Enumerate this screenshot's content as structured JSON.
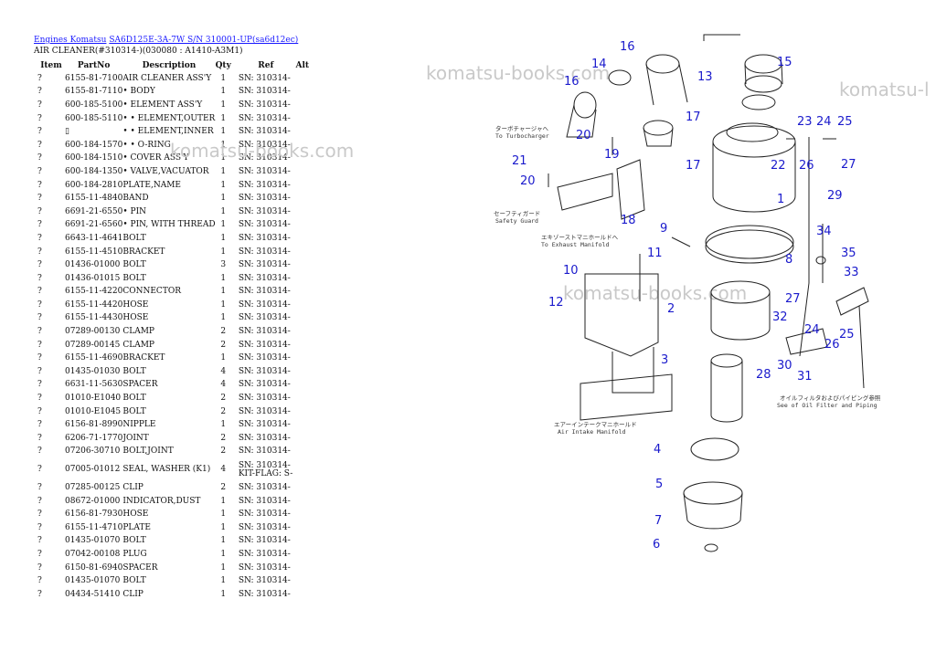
{
  "breadcrumb": {
    "link1": "Engines Komatsu",
    "link2": "SA6D125E-3A-7W S/N 310001-UP(sa6d12ec)"
  },
  "subtitle": "AIR CLEANER(#310314-)(030080 : A1410-A3M1)",
  "columns": [
    "Item",
    "PartNo",
    "Description",
    "Qty",
    "Ref",
    "Alt"
  ],
  "rows": [
    {
      "item": "?",
      "pn": "6155-81-7100",
      "desc": "AIR CLEANER ASS'Y",
      "qty": "1",
      "ref": "SN: 310314-"
    },
    {
      "item": "?",
      "pn": "6155-81-7110",
      "desc": "• BODY",
      "qty": "1",
      "ref": "SN: 310314-"
    },
    {
      "item": "?",
      "pn": "600-185-5100",
      "desc": "• ELEMENT ASS'Y",
      "qty": "1",
      "ref": "SN: 310314-"
    },
    {
      "item": "?",
      "pn": "600-185-5110",
      "desc": "• • ELEMENT,OUTER",
      "qty": "1",
      "ref": "SN: 310314-"
    },
    {
      "item": "?",
      "pn": "▯",
      "desc": "• • ELEMENT,INNER",
      "qty": "1",
      "ref": "SN: 310314-"
    },
    {
      "item": "?",
      "pn": "600-184-1570",
      "desc": "• • O-RING",
      "qty": "1",
      "ref": "SN: 310314-"
    },
    {
      "item": "?",
      "pn": "600-184-1510",
      "desc": "• COVER ASS'Y",
      "qty": "1",
      "ref": "SN: 310314-"
    },
    {
      "item": "?",
      "pn": "600-184-1350",
      "desc": "• VALVE,VACUATOR",
      "qty": "1",
      "ref": "SN: 310314-"
    },
    {
      "item": "?",
      "pn": "600-184-2810",
      "desc": "PLATE,NAME",
      "qty": "1",
      "ref": "SN: 310314-"
    },
    {
      "item": "?",
      "pn": "6155-11-4840",
      "desc": "BAND",
      "qty": "1",
      "ref": "SN: 310314-"
    },
    {
      "item": "?",
      "pn": "6691-21-6550",
      "desc": "• PIN",
      "qty": "1",
      "ref": "SN: 310314-"
    },
    {
      "item": "?",
      "pn": "6691-21-6560",
      "desc": "• PIN, WITH THREAD",
      "qty": "1",
      "ref": "SN: 310314-"
    },
    {
      "item": "?",
      "pn": "6643-11-4641",
      "desc": "BOLT",
      "qty": "1",
      "ref": "SN: 310314-"
    },
    {
      "item": "?",
      "pn": "6155-11-4510",
      "desc": "BRACKET",
      "qty": "1",
      "ref": "SN: 310314-"
    },
    {
      "item": "?",
      "pn": "01436-01000",
      "desc": "BOLT",
      "qty": "3",
      "ref": "SN: 310314-"
    },
    {
      "item": "?",
      "pn": "01436-01015",
      "desc": "BOLT",
      "qty": "1",
      "ref": "SN: 310314-"
    },
    {
      "item": "?",
      "pn": "6155-11-4220",
      "desc": "CONNECTOR",
      "qty": "1",
      "ref": "SN: 310314-"
    },
    {
      "item": "?",
      "pn": "6155-11-4420",
      "desc": "HOSE",
      "qty": "1",
      "ref": "SN: 310314-"
    },
    {
      "item": "?",
      "pn": "6155-11-4430",
      "desc": "HOSE",
      "qty": "1",
      "ref": "SN: 310314-"
    },
    {
      "item": "?",
      "pn": "07289-00130",
      "desc": "CLAMP",
      "qty": "2",
      "ref": "SN: 310314-"
    },
    {
      "item": "?",
      "pn": "07289-00145",
      "desc": "CLAMP",
      "qty": "2",
      "ref": "SN: 310314-"
    },
    {
      "item": "?",
      "pn": "6155-11-4690",
      "desc": "BRACKET",
      "qty": "1",
      "ref": "SN: 310314-"
    },
    {
      "item": "?",
      "pn": "01435-01030",
      "desc": "BOLT",
      "qty": "4",
      "ref": "SN: 310314-"
    },
    {
      "item": "?",
      "pn": "6631-11-5630",
      "desc": "SPACER",
      "qty": "4",
      "ref": "SN: 310314-"
    },
    {
      "item": "?",
      "pn": "01010-E1040",
      "desc": "BOLT",
      "qty": "2",
      "ref": "SN: 310314-"
    },
    {
      "item": "?",
      "pn": "01010-E1045",
      "desc": "BOLT",
      "qty": "2",
      "ref": "SN: 310314-"
    },
    {
      "item": "?",
      "pn": "6156-81-8990",
      "desc": "NIPPLE",
      "qty": "1",
      "ref": "SN: 310314-"
    },
    {
      "item": "?",
      "pn": "6206-71-1770",
      "desc": "JOINT",
      "qty": "2",
      "ref": "SN: 310314-"
    },
    {
      "item": "?",
      "pn": "07206-30710",
      "desc": "BOLT,JOINT",
      "qty": "2",
      "ref": "SN: 310314-"
    },
    {
      "item": "?",
      "pn": "07005-01012",
      "desc": "SEAL, WASHER (K1)",
      "qty": "4",
      "ref": "SN: 310314-",
      "ref2": "KIT-FLAG: S-"
    },
    {
      "item": "?",
      "pn": "07285-00125",
      "desc": "CLIP",
      "qty": "2",
      "ref": "SN: 310314-"
    },
    {
      "item": "?",
      "pn": "08672-01000",
      "desc": "INDICATOR,DUST",
      "qty": "1",
      "ref": "SN: 310314-"
    },
    {
      "item": "?",
      "pn": "6156-81-7930",
      "desc": "HOSE",
      "qty": "1",
      "ref": "SN: 310314-"
    },
    {
      "item": "?",
      "pn": "6155-11-4710",
      "desc": "PLATE",
      "qty": "1",
      "ref": "SN: 310314-"
    },
    {
      "item": "?",
      "pn": "01435-01070",
      "desc": "BOLT",
      "qty": "1",
      "ref": "SN: 310314-"
    },
    {
      "item": "?",
      "pn": "07042-00108",
      "desc": "PLUG",
      "qty": "1",
      "ref": "SN: 310314-"
    },
    {
      "item": "?",
      "pn": "6150-81-6940",
      "desc": "SPACER",
      "qty": "1",
      "ref": "SN: 310314-"
    },
    {
      "item": "?",
      "pn": "01435-01070",
      "desc": "BOLT",
      "qty": "1",
      "ref": "SN: 310314-"
    },
    {
      "item": "?",
      "pn": "04434-51410",
      "desc": "CLIP",
      "qty": "1",
      "ref": "SN: 310314-"
    }
  ],
  "watermark": "komatsu-books.com",
  "watermark_partial": "komatsu-l",
  "diagram": {
    "labels": [
      "1",
      "2",
      "3",
      "4",
      "5",
      "6",
      "7",
      "8",
      "9",
      "10",
      "11",
      "12",
      "13",
      "14",
      "15",
      "16",
      "16",
      "17",
      "17",
      "18",
      "19",
      "20",
      "20",
      "21",
      "22",
      "23",
      "24",
      "24",
      "25",
      "25",
      "26",
      "26",
      "27",
      "27",
      "28",
      "29",
      "30",
      "31",
      "32",
      "33",
      "34",
      "35"
    ],
    "notes": {
      "turbo_jp": "ターボチャージャへ",
      "turbo_en": "To Turbocharger",
      "guard_jp": "セーフティガード",
      "guard_en": "Safety Guard",
      "exhaust_jp": "エキゾーストマニホールドへ",
      "exhaust_en": "To Exhaust Manifold",
      "intake_jp": "エアーインテークマニホールド",
      "intake_en": "Air Intake Manifold",
      "oil_jp": "オイルフィルタおよびパイピング参照",
      "oil_en": "See of Oil Filter and Piping"
    }
  }
}
